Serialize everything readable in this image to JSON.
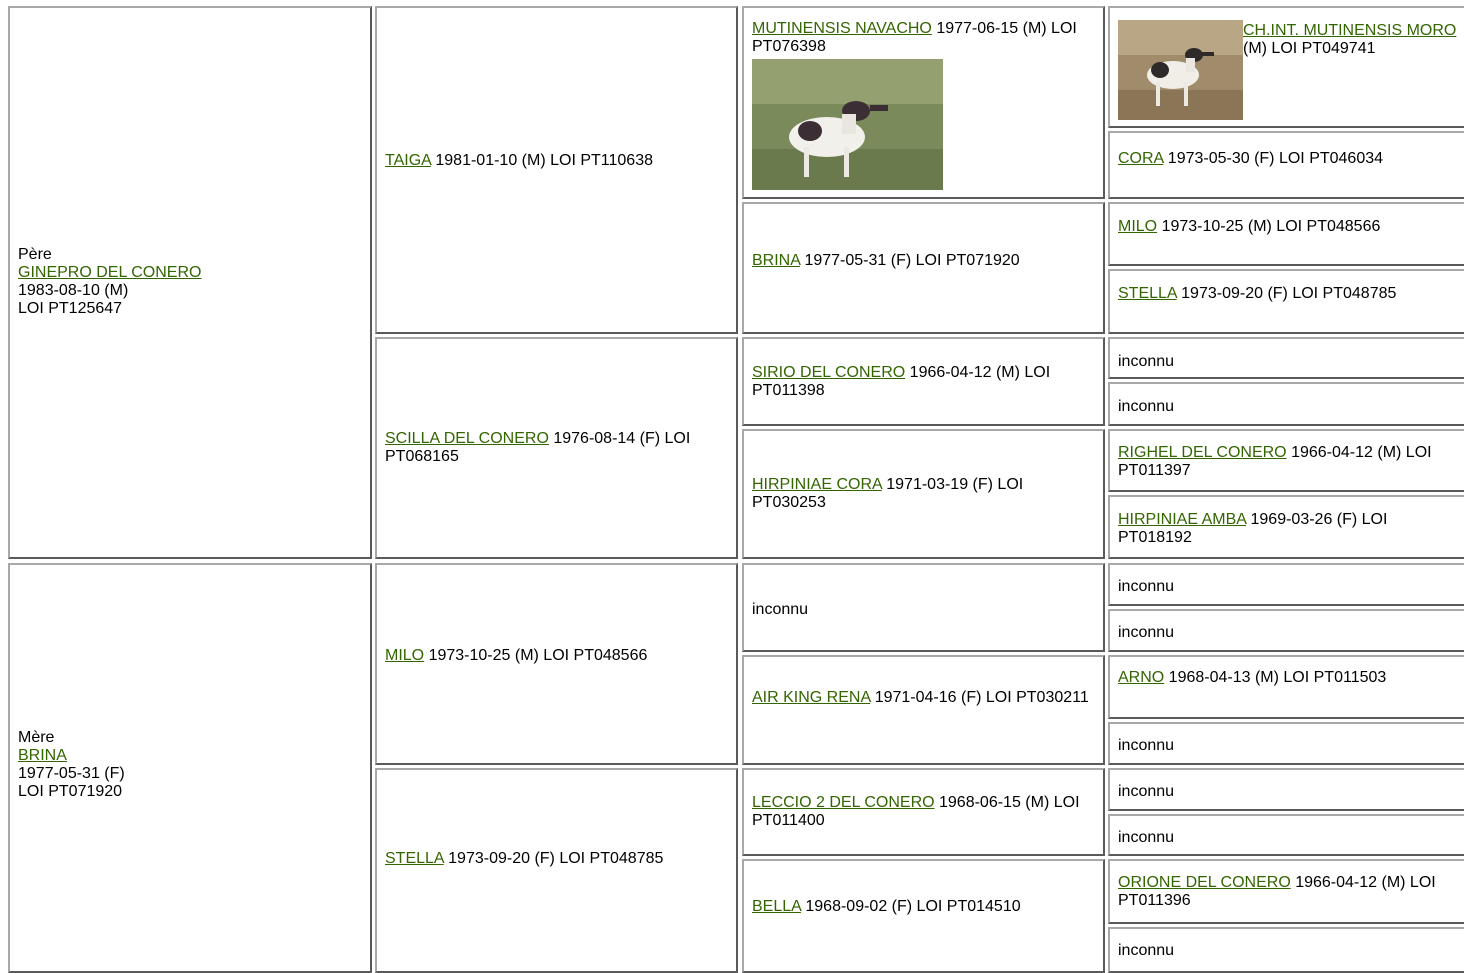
{
  "sire": {
    "label": "Père",
    "name": "GINEPRO DEL CONERO",
    "line1": "1983-08-10 (M)",
    "line2": "LOI PT125647",
    "father": {
      "name": "TAIGA",
      "info": " 1981-01-10 (M) LOI PT110638",
      "father": {
        "name": "MUTINENSIS NAVACHO",
        "info": " 1977-06-15 (M) LOI PT076398",
        "father": {
          "name": "CH.INT. MUTINENSIS MORO",
          "info": " (M) LOI PT049741"
        },
        "mother": {
          "name": "CORA",
          "info": " 1973-05-30 (F) LOI PT046034"
        }
      },
      "mother": {
        "name": "BRINA",
        "info": " 1977-05-31 (F) LOI PT071920",
        "father": {
          "name": "MILO",
          "info": " 1973-10-25 (M) LOI PT048566"
        },
        "mother": {
          "name": "STELLA",
          "info": " 1973-09-20 (F) LOI PT048785"
        }
      }
    },
    "mother": {
      "name": "SCILLA DEL CONERO",
      "info": " 1976-08-14 (F) LOI PT068165",
      "father": {
        "name": "SIRIO DEL CONERO",
        "info": " 1966-04-12 (M) LOI PT011398",
        "father": "inconnu",
        "mother": "inconnu"
      },
      "mother": {
        "name": "HIRPINIAE CORA",
        "info": " 1971-03-19 (F) LOI PT030253",
        "father": {
          "name": "RIGHEL DEL CONERO",
          "info": " 1966-04-12 (M) LOI PT011397"
        },
        "mother": {
          "name": "HIRPINIAE AMBA",
          "info": " 1969-03-26 (F) LOI PT018192"
        }
      }
    }
  },
  "dam": {
    "label": "Mère",
    "name": "BRINA",
    "line1": "1977-05-31 (F)",
    "line2": "LOI PT071920",
    "father": {
      "name": "MILO",
      "info": " 1973-10-25 (M) LOI PT048566",
      "father": {
        "text": "inconnu",
        "father": "inconnu",
        "mother": "inconnu"
      },
      "mother": {
        "name": "AIR KING RENA",
        "info": " 1971-04-16 (F) LOI PT030211",
        "father": {
          "name": "ARNO",
          "info": " 1968-04-13 (M) LOI PT011503"
        },
        "mother": "inconnu"
      }
    },
    "mother": {
      "name": "STELLA",
      "info": " 1973-09-20 (F) LOI PT048785",
      "father": {
        "name": "LECCIO 2 DEL CONERO",
        "info": " 1968-06-15 (M) LOI PT011400",
        "father": "inconnu",
        "mother": "inconnu"
      },
      "mother": {
        "name": "BELLA",
        "info": " 1968-09-02 (F) LOI PT014510",
        "father": {
          "name": "ORIONE DEL CONERO",
          "info": " 1966-04-12 (M) LOI PT011396"
        },
        "mother": "inconnu"
      }
    }
  },
  "colors": {
    "link": "#336600",
    "border_light": "#a8a8a8",
    "border_dark": "#5a5a5a"
  }
}
